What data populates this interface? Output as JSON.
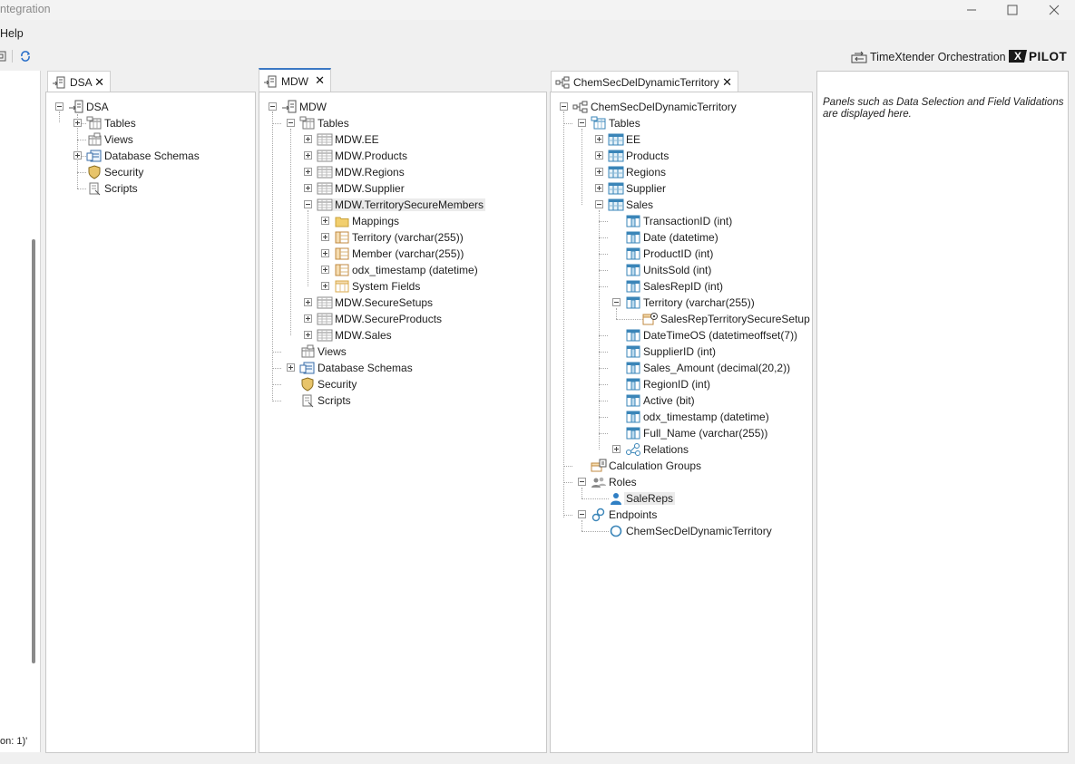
{
  "window": {
    "title": "ntegration"
  },
  "menu": {
    "help": "Help"
  },
  "toolbar": {
    "brand": "TimeXtender Orchestration",
    "pilot_x": "X",
    "pilot_text": "PILOT"
  },
  "left_strip": {
    "status": "on: 1)'"
  },
  "tabs": {
    "dsa": {
      "label": "DSA"
    },
    "mdw": {
      "label": "MDW"
    },
    "sem": {
      "label": "ChemSecDelDynamicTerritory"
    }
  },
  "dsa_tree": {
    "root": "DSA",
    "items": [
      "Tables",
      "Views",
      "Database Schemas",
      "Security",
      "Scripts"
    ]
  },
  "mdw_tree": {
    "root": "MDW",
    "tables": "Tables",
    "table_items": [
      "MDW.EE",
      "MDW.Products",
      "MDW.Regions",
      "MDW.Supplier",
      "MDW.TerritorySecureMembers"
    ],
    "selected_children": [
      "Mappings",
      "Territory (varchar(255))",
      "Member (varchar(255))",
      "odx_timestamp (datetime)",
      "System Fields"
    ],
    "more_tables": [
      "MDW.SecureSetups",
      "MDW.SecureProducts",
      "MDW.Sales"
    ],
    "tail": [
      "Views",
      "Database Schemas",
      "Security",
      "Scripts"
    ]
  },
  "sem_tree": {
    "root": "ChemSecDelDynamicTerritory",
    "tables": "Tables",
    "table_items": [
      "EE",
      "Products",
      "Regions",
      "Supplier",
      "Sales"
    ],
    "sales_fields": [
      "TransactionID (int)",
      "Date (datetime)",
      "ProductID (int)",
      "UnitsSold (int)",
      "SalesRepID (int)",
      "Territory (varchar(255))"
    ],
    "territory_child": "SalesRepTerritorySecureSetup",
    "sales_fields_2": [
      "DateTimeOS (datetimeoffset(7))",
      "SupplierID (int)",
      "Sales_Amount (decimal(20,2))",
      "RegionID (int)",
      "Active (bit)",
      "odx_timestamp (datetime)",
      "Full_Name (varchar(255))"
    ],
    "relations": "Relations",
    "calc_groups": "Calculation Groups",
    "roles": "Roles",
    "role_item": "SaleReps",
    "endpoints": "Endpoints",
    "endpoint_item": "ChemSecDelDynamicTerritory"
  },
  "info_panel": {
    "text": "Panels such as Data Selection and Field Validations are displayed here."
  }
}
